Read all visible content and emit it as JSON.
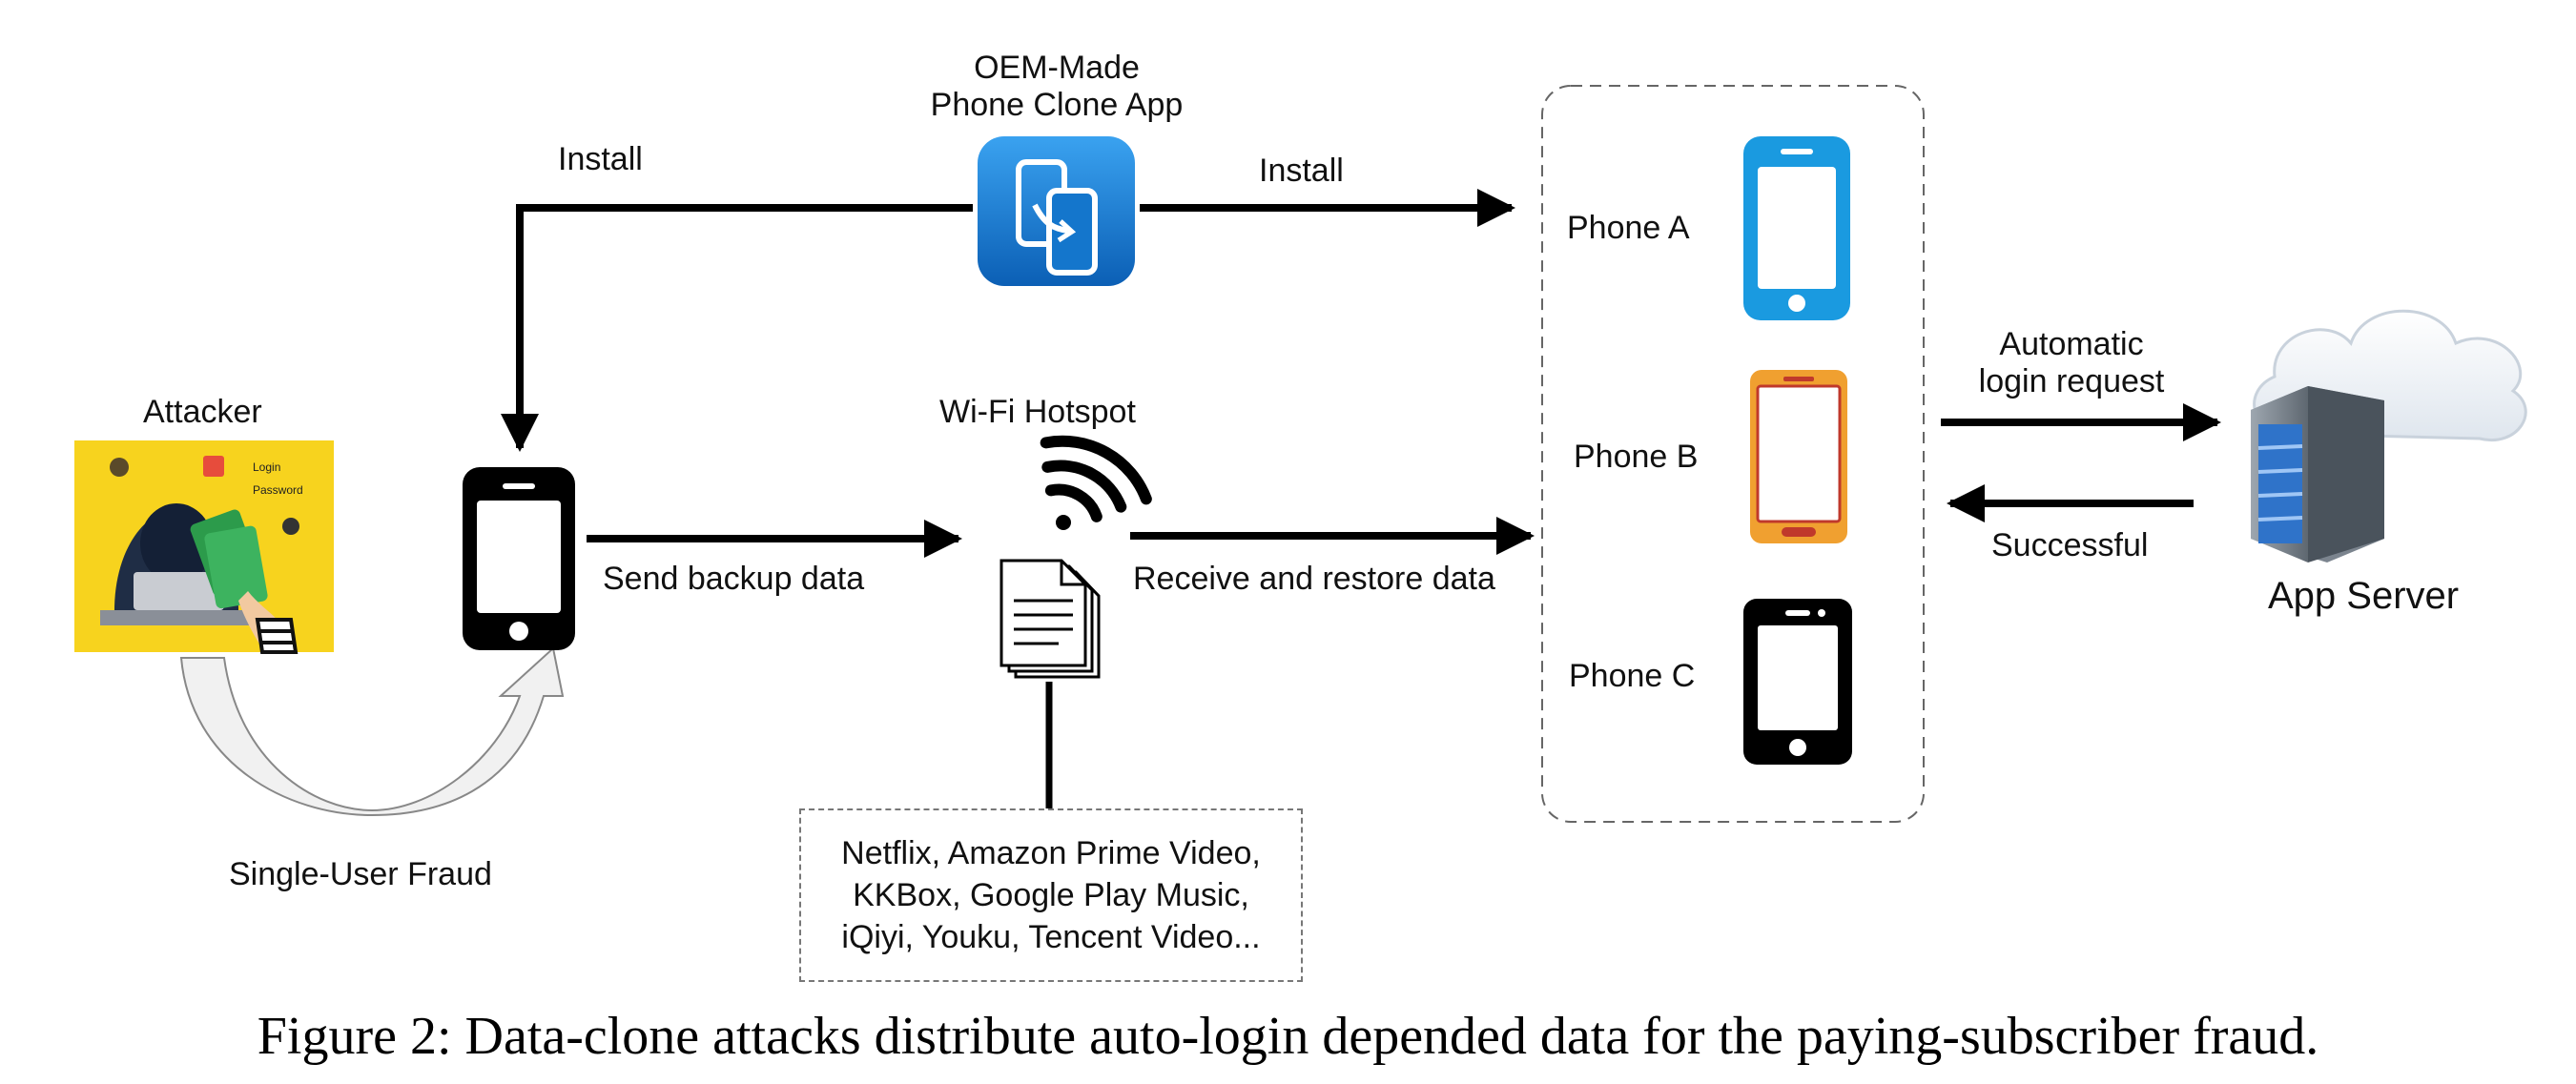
{
  "labels": {
    "oem_app": "OEM-Made\nPhone Clone App",
    "install_left": "Install",
    "install_right": "Install",
    "attacker": "Attacker",
    "wifi_hotspot": "Wi-Fi Hotspot",
    "send_backup": "Send backup data",
    "receive_restore": "Receive and restore data",
    "phone_a": "Phone  A",
    "phone_b": "Phone B",
    "phone_c": "Phone C",
    "auto_login": "Automatic\nlogin request",
    "successful": "Successful",
    "app_server": "App Server",
    "single_user_fraud": "Single-User Fraud"
  },
  "attacker_image": {
    "login_text": "Login",
    "password_text": "Password"
  },
  "apps_list": [
    "Netflix, Amazon Prime Video,",
    "KKBox, Google Play Music,",
    "iQiyi, Youku, Tencent Video..."
  ],
  "caption": "Figure 2: Data-clone attacks distribute auto-login depended data for the paying-subscriber fraud.",
  "colors": {
    "phone_a": "#1a9ae0",
    "phone_b_body": "#f0a030",
    "phone_b_screen_border": "#c0392b",
    "phone_c": "#000000",
    "attacker_bg": "#f7d31e",
    "app_icon": "#1876c8",
    "server_blue": "#2f73c9"
  }
}
